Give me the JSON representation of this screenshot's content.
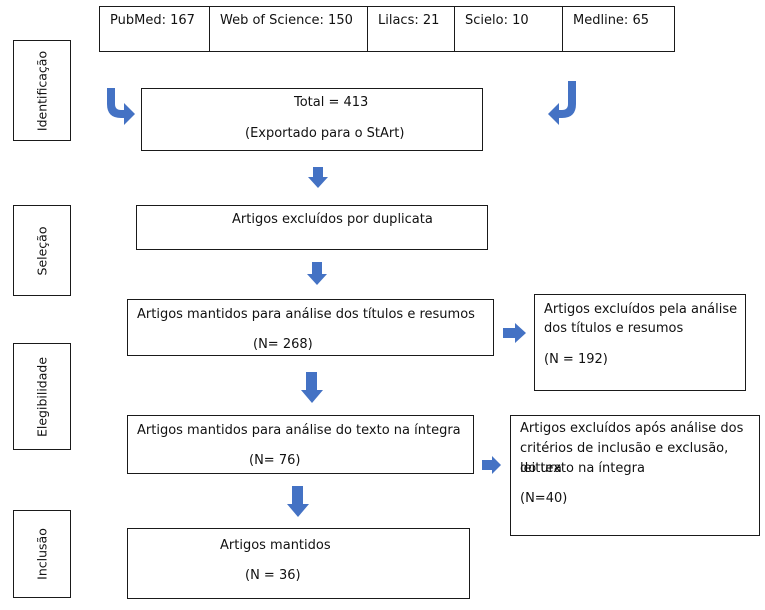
{
  "colors": {
    "arrow": "#4472c4",
    "border": "#1a1a1a"
  },
  "phases": {
    "identification": "Identificação",
    "selection": "Seleção",
    "eligibility": "Elegibilidade",
    "inclusion": "Inclusão"
  },
  "sources": [
    {
      "label": "PubMed: 167"
    },
    {
      "label": "Web of Science: 150"
    },
    {
      "label": "Lilacs: 21"
    },
    {
      "label": "Scielo: 10"
    },
    {
      "label": "Medline: 65"
    }
  ],
  "total": {
    "line1": "Total = 413",
    "line2": "(Exportado para o StArt)"
  },
  "duplicates": {
    "text": "Artigos excluídos por duplicata"
  },
  "screening": {
    "text": "Artigos mantidos para análise dos títulos e resumos",
    "count": "(N= 268)"
  },
  "screening_excluded": {
    "line1": "Artigos excluídos pela análise",
    "line2": "dos títulos e resumos",
    "count": "(N = 192)"
  },
  "fulltext": {
    "text": "Artigos mantidos para análise do texto na íntegra",
    "count": "(N= 76)"
  },
  "fulltext_excluded": {
    "line1": "Artigos excluídos após análise dos",
    "line2": "critérios de inclusão e exclusão, leitura",
    "line3": "do texto na íntegra",
    "count": "(N=40)"
  },
  "included": {
    "text": "Artigos mantidos",
    "count": "(N = 36)"
  }
}
